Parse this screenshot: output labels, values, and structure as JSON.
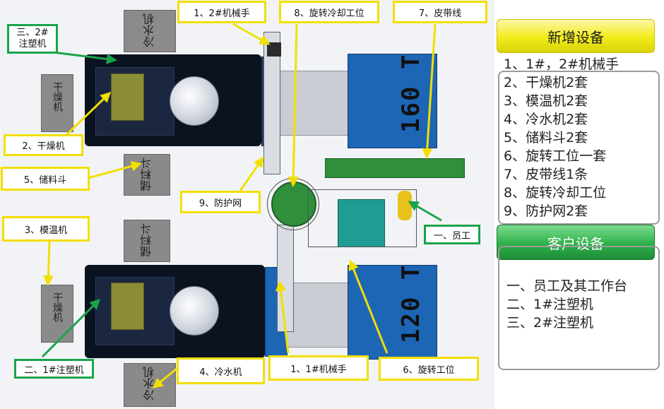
{
  "diagram": {
    "callouts": {
      "robot_2": "1、2#机械手",
      "rotary_cooling": "8、旋转冷却工位",
      "belt_line": "7、皮带线",
      "machine_3": "三、2#\n注塑机",
      "dryer": "2、干燥机",
      "hopper": "5、储料斗",
      "guard_net": "9、防护网",
      "mold_temp": "3、模温机",
      "worker": "一、员工",
      "machine_2": "二、1#注塑机",
      "chiller": "4、冷水机",
      "robot_1": "1、1#机械手",
      "rotary_station": "6、旋转工位"
    },
    "equipment_labels": {
      "chiller_top": "冷水机",
      "dryer_upper": "干燥机",
      "hopper_upper": "储料斗",
      "hopper_lower": "储料斗",
      "dryer_lower": "干燥机",
      "chiller_bottom": "冷水机"
    },
    "tonnage": {
      "upper_machine": "160 T",
      "lower_machine": "120 T"
    }
  },
  "sidebar": {
    "new_equipment": {
      "title": "新增设备",
      "items": [
        "1、1#，2#机械手",
        "2、干燥机2套",
        "3、模温机2套",
        "4、冷水机2套",
        "5、储料斗2套",
        "6、旋转工位一套",
        "7、皮带线1条",
        "8、旋转冷却工位",
        "9、防护网2套"
      ]
    },
    "customer_equipment": {
      "title": "客户设备",
      "items": [
        "一、员工及其工作台",
        "二、1#注塑机",
        "三、2#注塑机"
      ]
    },
    "colors": {
      "yellow_header": "#f2ec1a",
      "green_header": "#2db14a"
    }
  }
}
